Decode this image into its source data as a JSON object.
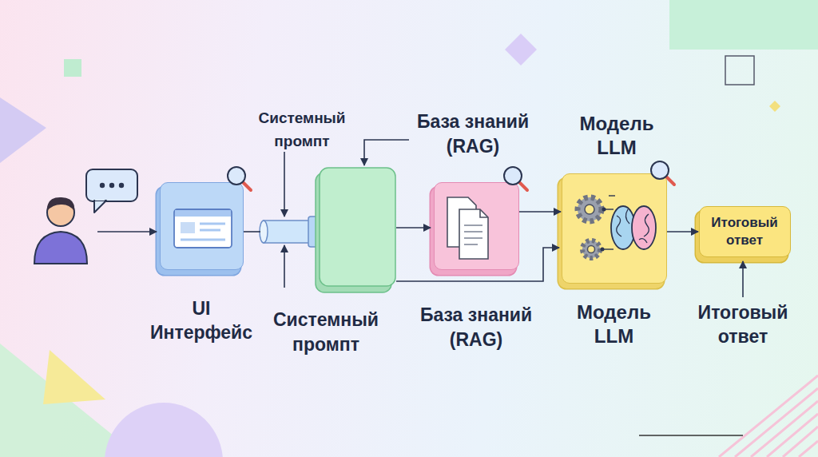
{
  "diagram": {
    "nodes": [
      {
        "text": [
          "UI Интерфейс"
        ]
      },
      {
        "text": [
          "База знаний (RAG)"
        ]
      },
      {
        "text": [
          "Модель LLM"
        ]
      },
      {
        "text": [
          "Итоговый ответ"
        ]
      }
    ],
    "edges": [
      {
        "from": 1,
        "to": 2,
        "arrow": "to"
      },
      {
        "from": 2,
        "to": 3,
        "arrow": "to"
      }
    ],
    "labels": [
      "Системный промпт",
      "База знаний (RAG)",
      "Модель LLM",
      "Системный промпт",
      "Итоговый ответ"
    ]
  }
}
